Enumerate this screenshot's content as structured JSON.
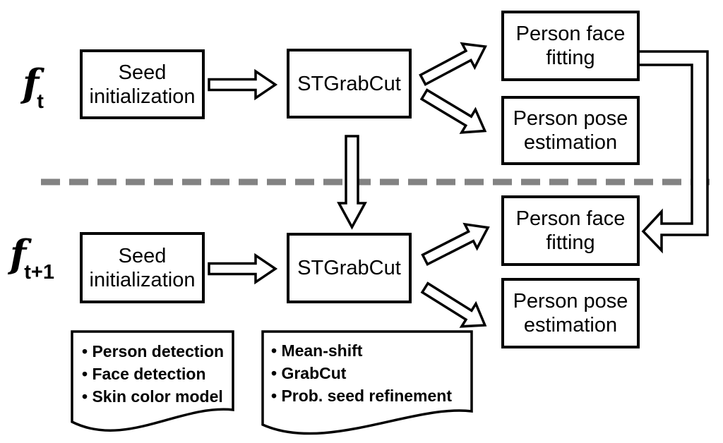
{
  "figure": {
    "background": "#ffffff",
    "line_color": "#000000",
    "divider_color": "#828282",
    "divider_style": "dashed"
  },
  "frames": [
    {
      "label": "f",
      "subscript": "t",
      "boxes": {
        "seed": "Seed\ninitialization",
        "stgrabcut": "STGrabCut",
        "face_fitting": "Person face\nfitting",
        "pose_estimation": "Person pose\nestimation"
      }
    },
    {
      "label": "f",
      "subscript": "t+1",
      "boxes": {
        "seed": "Seed\ninitialization",
        "stgrabcut": "STGrabCut",
        "face_fitting": "Person face\nfitting",
        "pose_estimation": "Person pose\nestimation"
      }
    }
  ],
  "notes": [
    {
      "items": [
        "• Person detection",
        "• Face detection",
        "• Skin color model"
      ]
    },
    {
      "items": [
        "• Mean-shift",
        "• GrabCut",
        "• Prob. seed refinement"
      ]
    }
  ],
  "edges": [
    {
      "from": "seed-initialization-t",
      "to": "stgrabcut-t",
      "type": "block-arrow-right"
    },
    {
      "from": "stgrabcut-t",
      "to": "person-face-fitting-t",
      "type": "block-arrow-diagonal-up"
    },
    {
      "from": "stgrabcut-t",
      "to": "person-pose-estimation-t",
      "type": "block-arrow-diagonal-down"
    },
    {
      "from": "stgrabcut-t",
      "to": "stgrabcut-t1",
      "type": "block-arrow-down"
    },
    {
      "from": "person-face-fitting-t",
      "to": "person-face-fitting-t1",
      "type": "elbow-block-arrow"
    },
    {
      "from": "seed-initialization-t1",
      "to": "stgrabcut-t1",
      "type": "block-arrow-right"
    },
    {
      "from": "stgrabcut-t1",
      "to": "person-face-fitting-t1",
      "type": "block-arrow-diagonal-up"
    },
    {
      "from": "stgrabcut-t1",
      "to": "person-pose-estimation-t1",
      "type": "block-arrow-diagonal-down"
    }
  ]
}
